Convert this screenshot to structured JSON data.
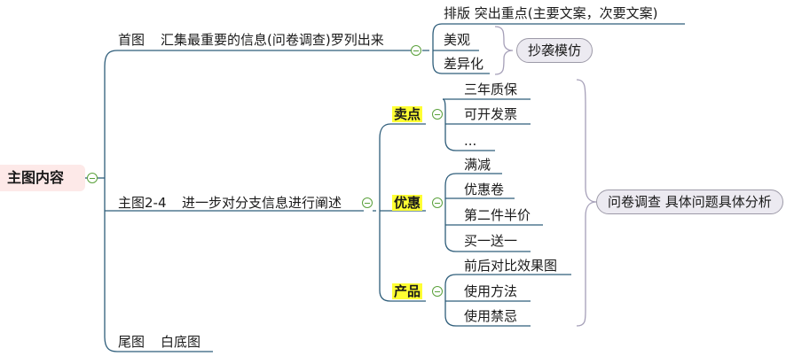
{
  "root": {
    "label": "主图内容"
  },
  "branches": {
    "shoutu": {
      "label": "首图",
      "desc": "汇集最重要的信息(问卷调查)罗列出来",
      "items": [
        "排版 突出重点(主要文案，次要文案)",
        "美观",
        "差异化"
      ],
      "note": "抄袭模仿"
    },
    "zhutu": {
      "label": "主图2-4",
      "desc": "进一步对分支信息进行阐述",
      "groups": [
        {
          "label": "卖点",
          "items": [
            "三年质保",
            "可开发票",
            "..."
          ]
        },
        {
          "label": "优惠",
          "items": [
            "满减",
            "优惠卷",
            "第二件半价",
            "买一送一"
          ]
        },
        {
          "label": "产品",
          "items": [
            "前后对比效果图",
            "使用方法",
            "使用禁忌"
          ]
        }
      ],
      "note": "问卷调查 具体问题具体分析"
    },
    "weitu": {
      "label": "尾图",
      "desc": "白底图"
    }
  }
}
